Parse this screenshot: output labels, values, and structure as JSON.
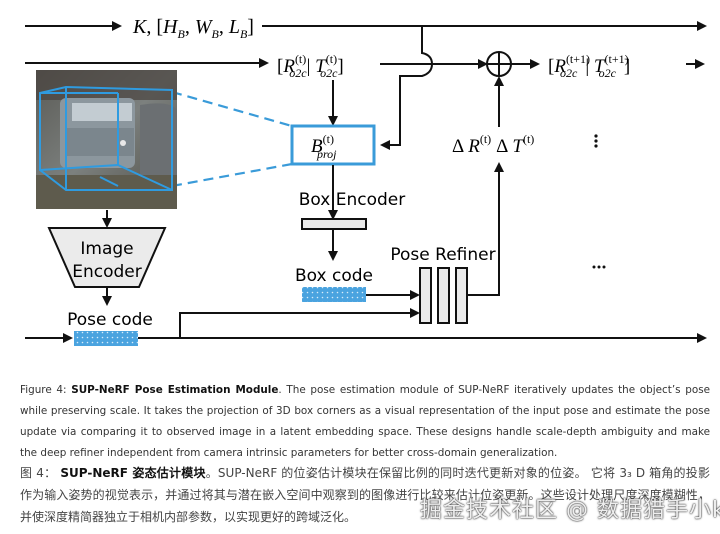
{
  "diagram": {
    "input_intrinsics_label": "K, [H_B, W_B, L_B]",
    "input_intrinsics": {
      "K": "K",
      "H": "H",
      "W": "W",
      "L": "L",
      "sub": "B"
    },
    "pose_in": {
      "R": "R",
      "T": "T",
      "sup": "(t)",
      "sub": "o2c"
    },
    "pose_out": {
      "R": "R",
      "T": "T",
      "sup": "(t+1)",
      "sub": "o2c"
    },
    "bproj": {
      "B": "B",
      "sup": "(t)",
      "sub": "proj"
    },
    "delta": {
      "R": "R",
      "T": "T",
      "sup": "(t)",
      "delta": "Δ"
    },
    "image_encoder_line1": "Image",
    "image_encoder_line2": "Encoder",
    "box_encoder_label": "Box Encoder",
    "box_code_label": "Box code",
    "pose_code_label": "Pose code",
    "pose_refiner_label": "Pose Refiner",
    "ellipsis_vertical": "⋮",
    "ellipsis_horizontal": "...",
    "colors": {
      "accent_blue": "#3a9bd9",
      "code_fill": "#4aa3df",
      "box_fill": "#e8e8e8",
      "line": "#111111"
    }
  },
  "caption_en": {
    "prefix": "Figure 4:",
    "title": "SUP-NeRF Pose Estimation Module",
    "body": ". The pose estimation module of SUP-NeRF iteratively updates the object’s pose while preserving scale. It takes the projection of 3D box corners as a visual representation of the input pose and estimate the pose update via comparing it to observed image in a latent embedding space. These designs handle scale-depth ambiguity and make the deep refiner independent from camera intrinsic parameters for better cross-domain generalization."
  },
  "caption_zh": {
    "prefix": "图 4：",
    "title": "SUP-NeRF 姿态估计模块",
    "body": "。SUP-NeRF 的位姿估计模块在保留比例的同时迭代更新对象的位姿。 它将 3₃ D 箱角的投影作为输入姿势的视觉表示，并通过将其与潜在嵌入空间中观察到的图像进行比较来估计位姿更新。这些设计处理尺度深度模糊性，并使深度精简器独立于相机内部参数，以实现更好的跨域泛化。"
  },
  "watermark": "掘金技术社区 @ 数据猎手小k"
}
